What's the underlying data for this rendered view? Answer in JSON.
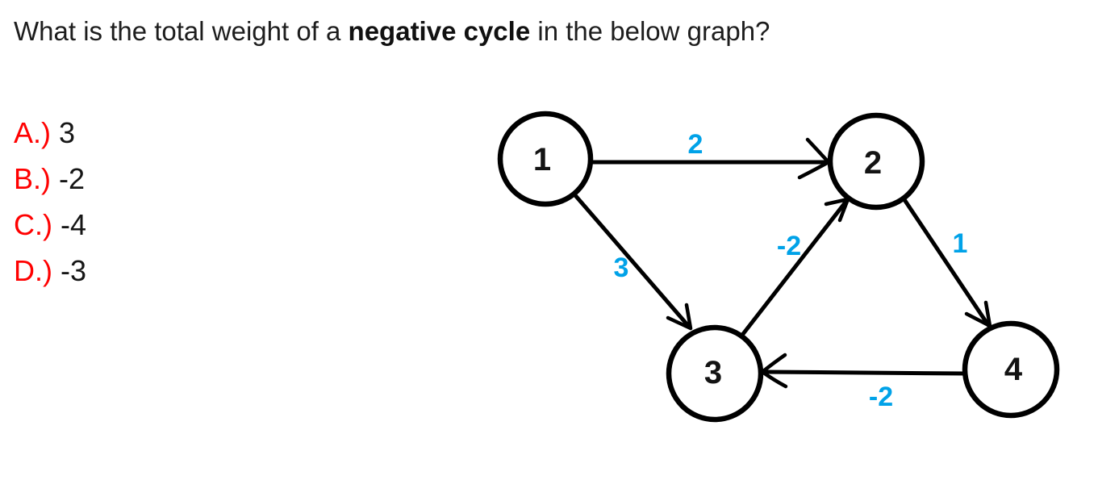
{
  "question": {
    "prefix": "What is the total weight of a ",
    "bold": "negative cycle",
    "suffix": " in the below graph?"
  },
  "options": [
    {
      "letter": "A.)",
      "value": "3"
    },
    {
      "letter": "B.)",
      "value": "-2"
    },
    {
      "letter": "C.)",
      "value": "-4"
    },
    {
      "letter": "D.)",
      "value": "-3"
    }
  ],
  "graph": {
    "nodes": [
      {
        "id": "1",
        "label": "1"
      },
      {
        "id": "2",
        "label": "2"
      },
      {
        "id": "3",
        "label": "3"
      },
      {
        "id": "4",
        "label": "4"
      }
    ],
    "edges": [
      {
        "from": "1",
        "to": "2",
        "weight": "2"
      },
      {
        "from": "1",
        "to": "3",
        "weight": "3"
      },
      {
        "from": "3",
        "to": "2",
        "weight": "-2"
      },
      {
        "from": "2",
        "to": "4",
        "weight": "1"
      },
      {
        "from": "4",
        "to": "3",
        "weight": "-2"
      }
    ]
  },
  "colors": {
    "weight_blue": "#00a2e8",
    "option_red": "#ff0000",
    "ink": "#000000"
  }
}
